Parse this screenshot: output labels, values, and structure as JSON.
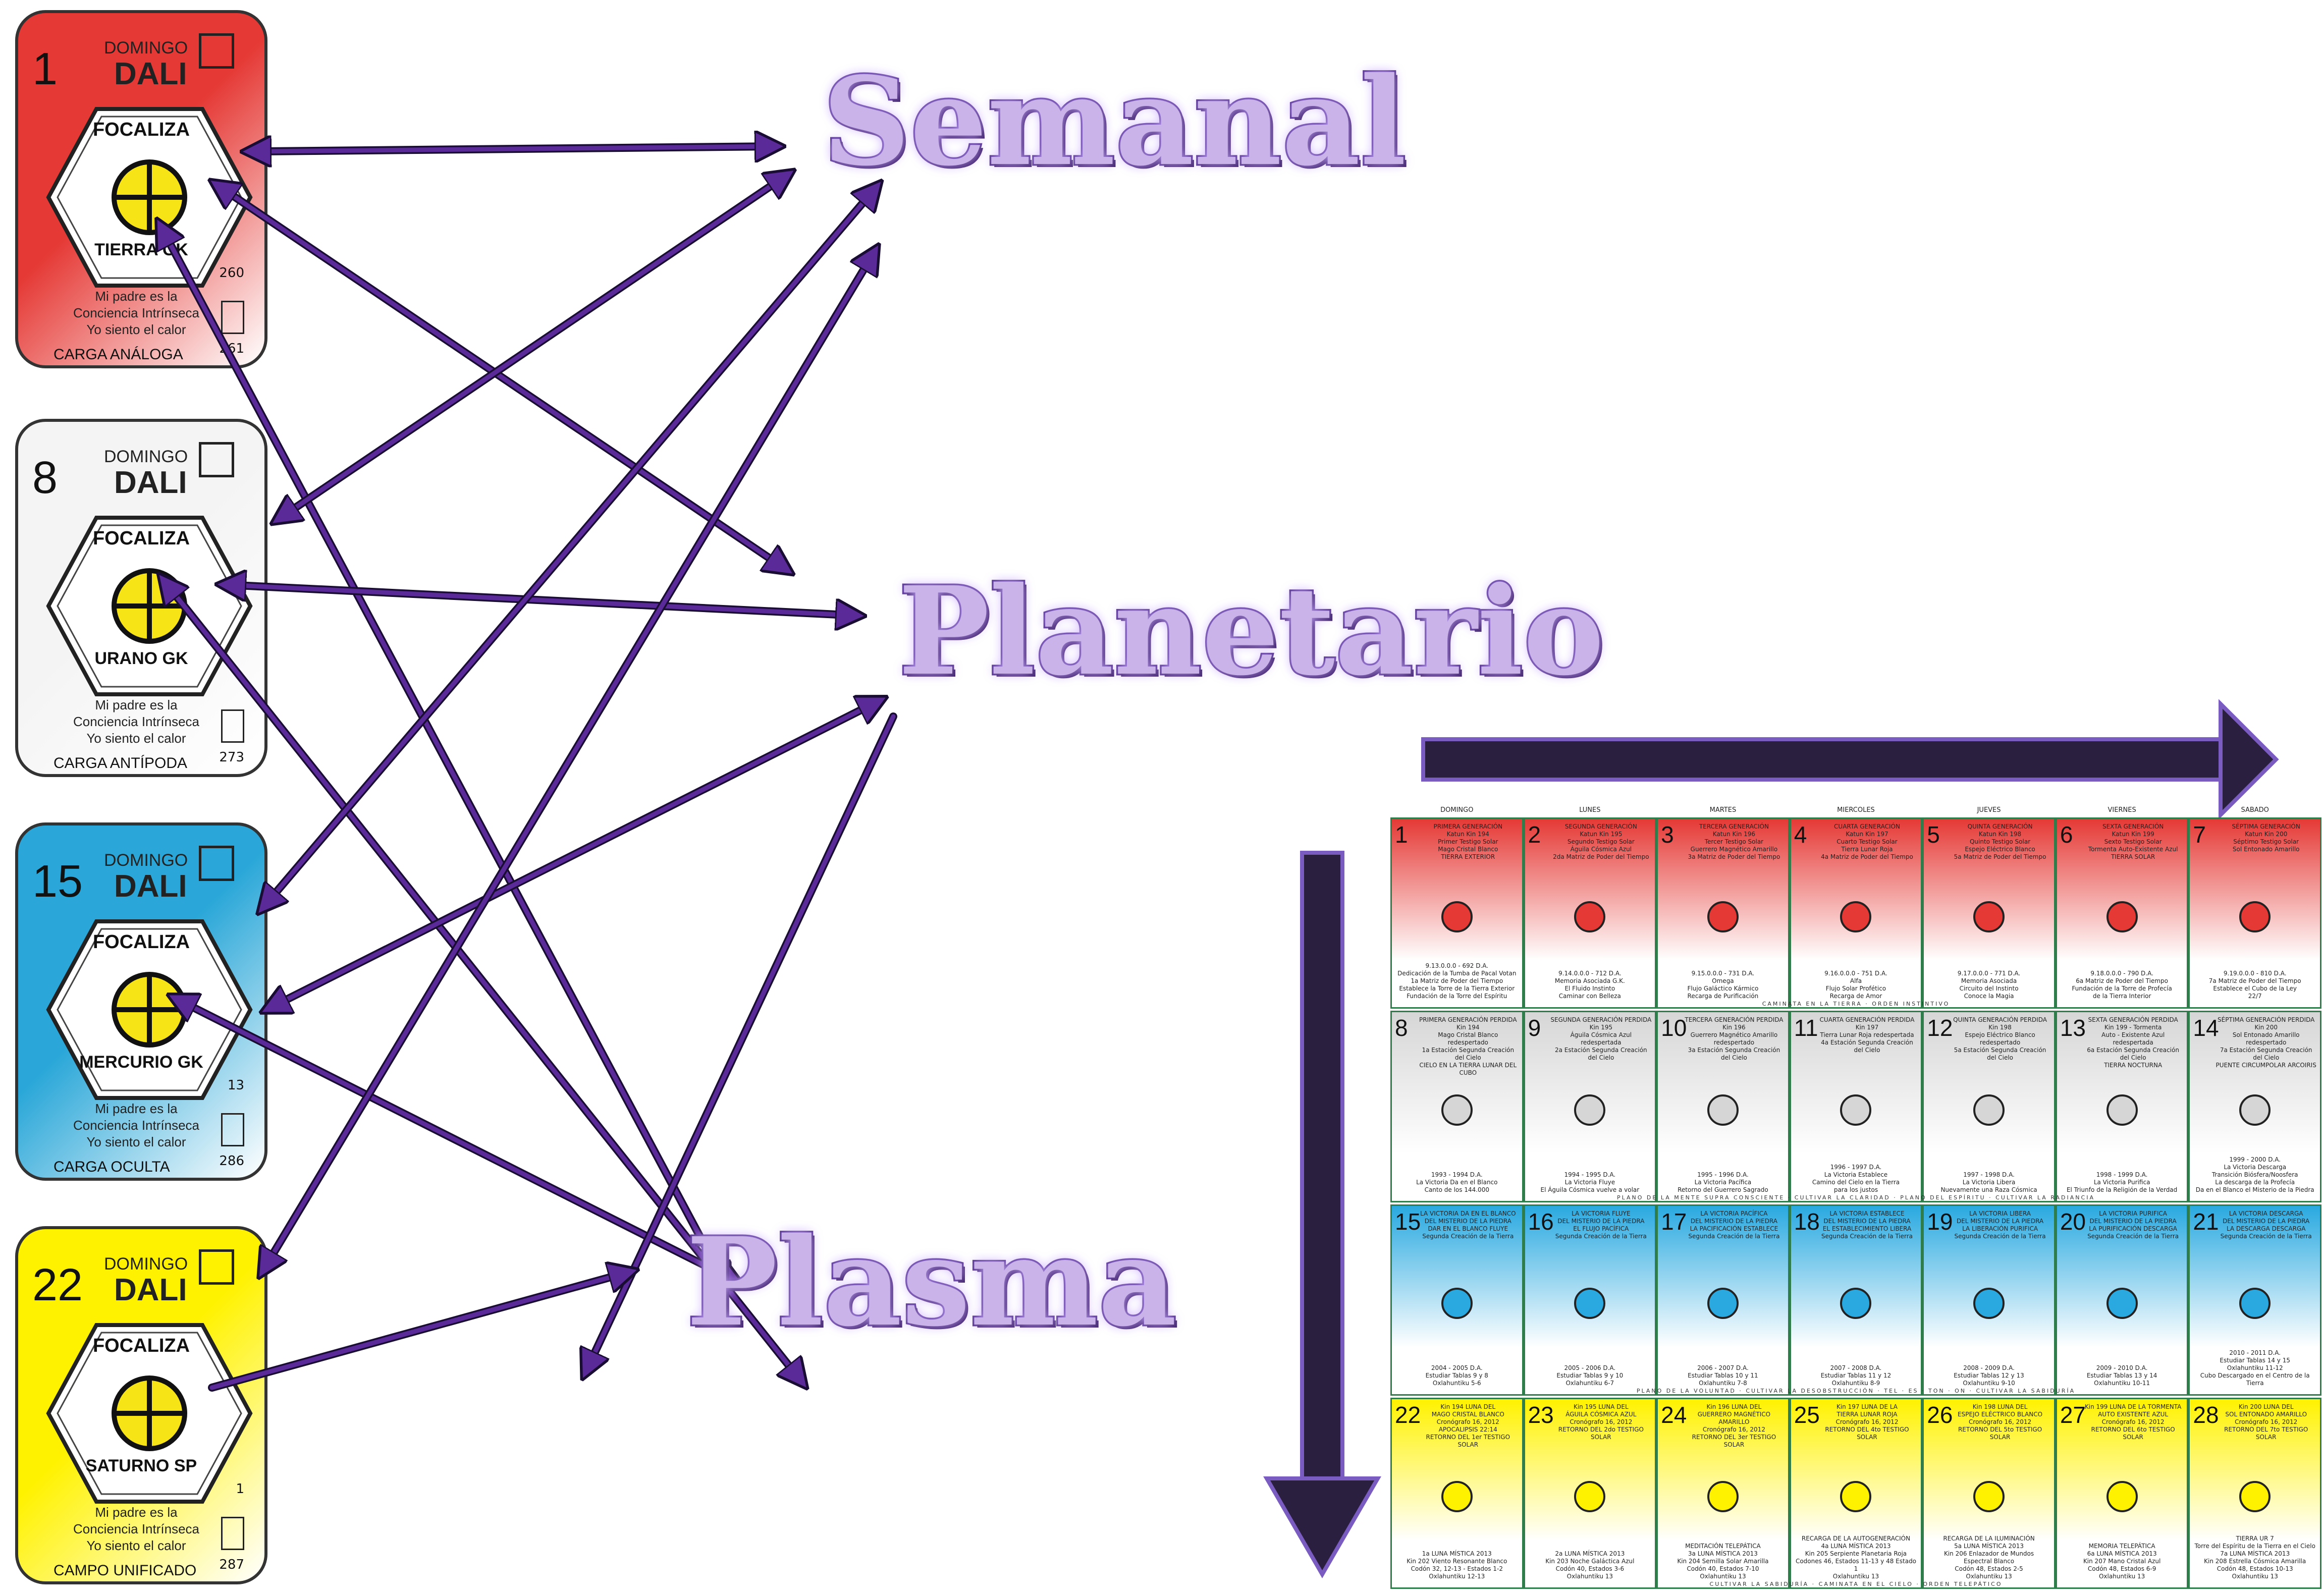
{
  "cards": [
    {
      "number": "1",
      "day": "DOMINGO",
      "name": "DALI",
      "action": "FOCALIZA",
      "planet": "TIERRA GK",
      "value_top": "260",
      "value_bottom": "261",
      "quote": [
        "Mi padre es la",
        "Conciencia Intrínseca",
        "Yo siento el calor"
      ],
      "charge": "CARGA ANÁLOGA",
      "bg_top": "#e53935",
      "bg_bottom": "#ffffff"
    },
    {
      "number": "8",
      "day": "DOMINGO",
      "name": "DALI",
      "action": "FOCALIZA",
      "planet": "URANO GK",
      "value_top": "",
      "value_bottom": "273",
      "quote": [
        "Mi padre es la",
        "Conciencia Intrínseca",
        "Yo siento el calor"
      ],
      "charge": "CARGA ANTÍPODA",
      "bg_top": "#f4f4f4",
      "bg_bottom": "#ffffff"
    },
    {
      "number": "15",
      "day": "DOMINGO",
      "name": "DALI",
      "action": "FOCALIZA",
      "planet": "MERCURIO GK",
      "value_top": "13",
      "value_bottom": "286",
      "quote": [
        "Mi padre es la",
        "Conciencia Intrínseca",
        "Yo siento el calor"
      ],
      "charge": "CARGA OCULTA",
      "bg_top": "#2aa7d8",
      "bg_bottom": "#ffffff"
    },
    {
      "number": "22",
      "day": "DOMINGO",
      "name": "DALI",
      "action": "FOCALIZA",
      "planet": "SATURNO SP",
      "value_top": "1",
      "value_bottom": "287",
      "quote": [
        "Mi padre es la",
        "Conciencia Intrínseca",
        "Yo siento el calor"
      ],
      "charge": "CAMPO UNIFICADO",
      "bg_top": "#fff200",
      "bg_bottom": "#ffffff"
    }
  ],
  "labels": {
    "semanal": "Semanal",
    "planetario": "Planetario",
    "plasma": "Plasma"
  },
  "colors": {
    "arrow": "#5b2a99",
    "arrow_outline": "#1a0d33",
    "label_fill": "#c9b3e8",
    "label_stroke": "#4c2a86",
    "calendar_arrow": "#2b1f40"
  },
  "calendar": {
    "days": [
      "DOMINGO",
      "LUNES",
      "MARTES",
      "MIERCOLES",
      "JUEVES",
      "VIERNES",
      "SABADO"
    ],
    "rows": [
      {
        "color": "#e53935",
        "cells": [
          {
            "n": "1",
            "top": "PRIMERA GENERACIÓN\nKatun Kin 194\nPrimer Testigo Solar\nMago Cristal Blanco\nTIERRA EXTERIOR",
            "bottom": "9.13.0.0.0 - 692 D.A.\nDedicación de la Tumba de Pacal Votan\n1a Matriz de Poder del Tiempo\nEstablece la Torre de la Tierra Exterior\nFundación de la Torre del Espíritu"
          },
          {
            "n": "2",
            "top": "SEGUNDA GENERACIÓN\nKatun Kin 195\nSegundo Testigo Solar\nÁguila Cósmica Azul\n2da Matriz de Poder del Tiempo",
            "bottom": "9.14.0.0.0 - 712 D.A.\nMemoria Asociada G.K.\nEl Fluido Instinto\nCaminar con Belleza"
          },
          {
            "n": "3",
            "top": "TERCERA GENERACIÓN\nKatun Kin 196\nTercer Testigo Solar\nGuerrero Magnético Amarillo\n3a Matriz de Poder del Tiempo",
            "bottom": "9.15.0.0.0 - 731 D.A.\nOmega\nFlujo Galáctico Kármico\nRecarga de Purificación"
          },
          {
            "n": "4",
            "top": "CUARTA GENERACIÓN\nKatun Kin 197\nCuarto Testigo Solar\nTierra Lunar Roja\n4a Matriz de Poder del Tiempo",
            "bottom": "9.16.0.0.0 - 751 D.A.\nAlfa\nFlujo Solar Profético\nRecarga de Amor"
          },
          {
            "n": "5",
            "top": "QUINTA GENERACIÓN\nKatun Kin 198\nQuinto Testigo Solar\nEspejo Eléctrico Blanco\n5a Matriz de Poder del Tiempo",
            "bottom": "9.17.0.0.0 - 771 D.A.\nMemoria Asociada\nCircuito del Instinto\nConoce la Magia"
          },
          {
            "n": "6",
            "top": "SEXTA GENERACIÓN\nKatun Kin 199\nSexto Testigo Solar\nTormenta Auto-Existente Azul\nTIERRA SOLAR",
            "bottom": "9.18.0.0.0 - 790 D.A.\n6a Matriz de Poder del Tiempo\nFundación de la Torre de Profecía\nde la Tierra Interior"
          },
          {
            "n": "7",
            "top": "SÉPTIMA GENERACIÓN\nKatun Kin 200\nSéptimo Testigo Solar\nSol Entonado Amarillo",
            "bottom": "9.19.0.0.0 - 810 D.A.\n7a Matriz de Poder del Tiempo\nEstablece el Cubo de la Ley\n22/7"
          }
        ]
      },
      {
        "color": "#d6d6d6",
        "cells": [
          {
            "n": "8",
            "top": "PRIMERA GENERACIÓN PERDIDA\nKin 194\nMago Cristal Blanco redespertado\n1a Estación Segunda Creación del Cielo\nCIELO EN LA TIERRA LUNAR DEL CUBO",
            "bottom": "1993 - 1994 D.A.\nLa Victoria Da en el Blanco\nCanto de los 144.000"
          },
          {
            "n": "9",
            "top": "SEGUNDA GENERACIÓN PERDIDA\nKin 195\nÁguila Cósmica Azul redespertada\n2a Estación Segunda Creación del Cielo",
            "bottom": "1994 - 1995 D.A.\nLa Victoria Fluye\nEl Águila Cósmica vuelve a volar"
          },
          {
            "n": "10",
            "top": "TERCERA GENERACIÓN PERDIDA\nKin 196\nGuerrero Magnético Amarillo\nredespertado\n3a Estación Segunda Creación del Cielo",
            "bottom": "1995 - 1996 D.A.\nLa Victoria Pacífica\nRetorno del Guerrero Sagrado"
          },
          {
            "n": "11",
            "top": "CUARTA GENERACIÓN PERDIDA\nKin 197\nTierra Lunar Roja redespertada\n4a Estación Segunda Creación del Cielo",
            "bottom": "1996 - 1997 D.A.\nLa Victoria Establece\nCamino del Cielo en la Tierra\npara los justos"
          },
          {
            "n": "12",
            "top": "QUINTA GENERACIÓN PERDIDA\nKin 198\nEspejo Eléctrico Blanco redespertado\n5a Estación Segunda Creación del Cielo",
            "bottom": "1997 - 1998 D.A.\nLa Victoria Libera\nNuevamente una Raza Cósmica"
          },
          {
            "n": "13",
            "top": "SEXTA GENERACIÓN PERDIDA\nKin 199 - Tormenta\nAuto - Existente Azul redespertada\n6a Estación Segunda Creación del Cielo\nTIERRA NOCTURNA",
            "bottom": "1998 - 1999 D.A.\nLa Victoria Purifica\nEl Triunfo de la Religión de la Verdad"
          },
          {
            "n": "14",
            "top": "SÉPTIMA GENERACIÓN PERDIDA\nKin 200\nSol Entonado Amarillo redespertado\n7a Estación Segunda Creación del Cielo\nPUENTE CIRCUMPOLAR ARCOIRIS",
            "bottom": "1999 - 2000 D.A.\nLa Victoria Descarga\nTransición Biósfera/Noosfera\nLa descarga de la Profecía\nDa en el Blanco el Misterio de la Piedra"
          }
        ]
      },
      {
        "color": "#29a9e0",
        "cells": [
          {
            "n": "15",
            "top": "LA VICTORIA DA EN EL BLANCO\nDEL MISTERIO DE LA PIEDRA\nDAR EN EL BLANCO FLUYE\nSegunda Creación de la Tierra",
            "bottom": "2004 - 2005 D.A.\nEstudiar Tablas 9 y 8\nOxlahuntiku 5-6"
          },
          {
            "n": "16",
            "top": "LA VICTORIA FLUYE\nDEL MISTERIO DE LA PIEDRA\nEL FLUJO PACÍFICA\nSegunda Creación de la Tierra",
            "bottom": "2005 - 2006 D.A.\nEstudiar Tablas 9 y 10\nOxlahuntiku 6-7"
          },
          {
            "n": "17",
            "top": "LA VICTORIA PACÍFICA\nDEL MISTERIO DE LA PIEDRA\nLA PACIFICACIÓN ESTABLECE\nSegunda Creación de la Tierra",
            "bottom": "2006 - 2007 D.A.\nEstudiar Tablas 10 y 11\nOxlahuntiku 7-8"
          },
          {
            "n": "18",
            "top": "LA VICTORIA ESTABLECE\nDEL MISTERIO DE LA PIEDRA\nEL ESTABLECIMIENTO LIBERA\nSegunda Creación de la Tierra",
            "bottom": "2007 - 2008 D.A.\nEstudiar Tablas 11 y 12\nOxlahuntiku 8-9"
          },
          {
            "n": "19",
            "top": "LA VICTORIA LIBERA\nDEL MISTERIO DE LA PIEDRA\nLA LIBERACIÓN PURIFICA\nSegunda Creación de la Tierra",
            "bottom": "2008 - 2009 D.A.\nEstudiar Tablas 12 y 13\nOxlahuntiku 9-10"
          },
          {
            "n": "20",
            "top": "LA VICTORIA PURIFICA\nDEL MISTERIO DE LA PIEDRA\nLA PURIFICACIÓN DESCARGA\nSegunda Creación de la Tierra",
            "bottom": "2009 - 2010 D.A.\nEstudiar Tablas 13 y 14\nOxlahuntiku 10-11"
          },
          {
            "n": "21",
            "top": "LA VICTORIA DESCARGA\nDEL MISTERIO DE LA PIEDRA\nLA DESCARGA DESCARGA\nSegunda Creación de la Tierra",
            "bottom": "2010 - 2011 D.A.\nEstudiar Tablas 14 y 15\nOxlahuntiku 11-12\nCubo Descargado en el Centro de la Tierra"
          }
        ]
      },
      {
        "color": "#fff200",
        "cells": [
          {
            "n": "22",
            "top": "Kin 194 LUNA DEL\nMAGO CRISTAL BLANCO\nCronógrafo 16, 2012\nAPOCALIPSIS 22:14\nRETORNO DEL 1er TESTIGO SOLAR",
            "bottom": "1a LUNA MÍSTICA 2013\nKin 202 Viento Resonante Blanco\nCodón 32, 12-13 - Estados 1-2\nOxlahuntiku 12-13"
          },
          {
            "n": "23",
            "top": "Kin 195 LUNA DEL\nÁGUILA CÓSMICA AZUL\nCronógrafo 16, 2012\nRETORNO DEL 2do TESTIGO SOLAR",
            "bottom": "2a LUNA MÍSTICA 2013\nKin 203 Noche Galáctica Azul\nCodón 40, Estados 3-6\nOxlahuntiku 13"
          },
          {
            "n": "24",
            "top": "Kin 196 LUNA DEL\nGUERRERO MAGNÉTICO AMARILLO\nCronógrafo 16, 2012\nRETORNO DEL 3er TESTIGO SOLAR",
            "bottom": "MEDITACIÓN TELEPÁTICA\n3a LUNA MÍSTICA 2013\nKin 204 Semilla Solar Amarilla\nCodón 40, Estados 7-10\nOxlahuntiku 13"
          },
          {
            "n": "25",
            "top": "Kin 197 LUNA DE LA\nTIERRA LUNAR ROJA\nCronógrafo 16, 2012\nRETORNO DEL 4to TESTIGO SOLAR",
            "bottom": "RECARGA DE LA AUTOGENERACIÓN\n4a LUNA MÍSTICA 2013\nKin 205 Serpiente Planetaria Roja\nCodones 46, Estados 11-13 y 48 Estado 1\nOxlahuntiku 13"
          },
          {
            "n": "26",
            "top": "Kin 198 LUNA DEL\nESPEJO ELÉCTRICO BLANCO\nCronógrafo 16, 2012\nRETORNO DEL 5to TESTIGO SOLAR",
            "bottom": "RECARGA DE LA ILUMINACIÓN\n5a LUNA MÍSTICA 2013\nKin 206 Enlazador de Mundos\nEspectral Blanco\nCodón 48, Estados 2-5\nOxlahuntiku 13"
          },
          {
            "n": "27",
            "top": "Kin 199 LUNA DE LA TORMENTA\nAUTO EXISTENTE AZUL\nCronógrafo 16, 2012\nRETORNO DEL 6to TESTIGO SOLAR",
            "bottom": "MEMORIA TELEPÁTICA\n6a LUNA MÍSTICA 2013\nKin 207 Mano Cristal Azul\nCodón 48, Estados 6-9\nOxlahuntiku 13"
          },
          {
            "n": "28",
            "top": "Kin 200 LUNA DEL\nSOL ENTONADO AMARILLO\nCronógrafo 16, 2012\nRETORNO DEL 7to TESTIGO SOLAR",
            "bottom": "TIERRA UR 7\nTorre del Espíritu de la Tierra en el Cielo\n7a LUNA MÍSTICA 2013\nKin 208 Estrella Cósmica Amarilla\nCodón 48, Estados 10-13\nOxlahuntiku 13"
          }
        ]
      }
    ],
    "bands": [
      "CAMINATA EN LA TIERRA · ORDEN INSTINTIVO",
      "PLANO DE LA MENTE SUPRA CONSCIENTE · CULTIVAR LA CLARIDAD · PLANO DEL ESPÍRITU · CULTIVAR LA RADIANCIA",
      "PLANO DE LA VOLUNTAD · CULTIVAR LA DESOBSTRUCCIÓN · TEL · ES · TON · ON · CULTIVAR LA SABIDURÍA",
      "CULTIVAR LA SABIDURÍA · CAMINATA EN EL CIELO · ORDEN TELEPÁTICO"
    ]
  }
}
